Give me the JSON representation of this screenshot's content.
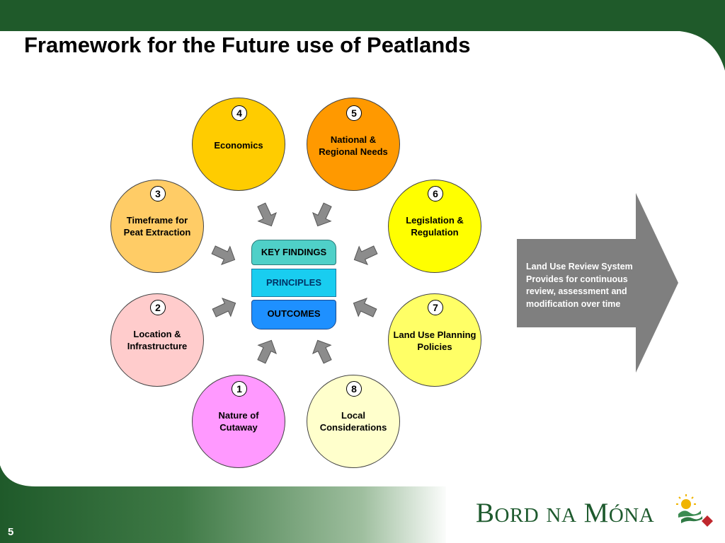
{
  "title": "Framework for the Future use of Peatlands",
  "page_number": "5",
  "colors": {
    "header_green": "#1f5a2a",
    "logo_green": "#1e5a2e",
    "arrow_grey": "#7f7f7f",
    "inner_arrow_grey": "#8c8c8c"
  },
  "core": {
    "key_findings": "KEY FINDINGS",
    "principles": "PRINCIPLES",
    "outcomes": "OUTCOMES"
  },
  "factors": [
    {
      "number": "1",
      "label": "Nature of\nCutaway",
      "color": "#ff99ff"
    },
    {
      "number": "2",
      "label": "Location &\nInfrastructure",
      "color": "#ffcccc"
    },
    {
      "number": "3",
      "label": "Timeframe for\nPeat Extraction",
      "color": "#ffcc66"
    },
    {
      "number": "4",
      "label": "Economics",
      "color": "#ffcc00"
    },
    {
      "number": "5",
      "label": "National &\nRegional Needs",
      "color": "#ff9900"
    },
    {
      "number": "6",
      "label": "Legislation &\nRegulation",
      "color": "#ffff00"
    },
    {
      "number": "7",
      "label": "Land Use Planning\nPolicies",
      "color": "#ffff66"
    },
    {
      "number": "8",
      "label": "Local\nConsiderations",
      "color": "#ffffcc"
    }
  ],
  "review_system": {
    "heading": "Land Use Review System",
    "body": "Provides for continuous\nreview, assessment and\nmodification over time"
  },
  "logo": {
    "b": "B",
    "ord": "ORD",
    "na": "NA",
    "m": "M",
    "ona": "ÓNA",
    "sun_icon": "sun-icon",
    "diamond_color": "#c0272d"
  }
}
